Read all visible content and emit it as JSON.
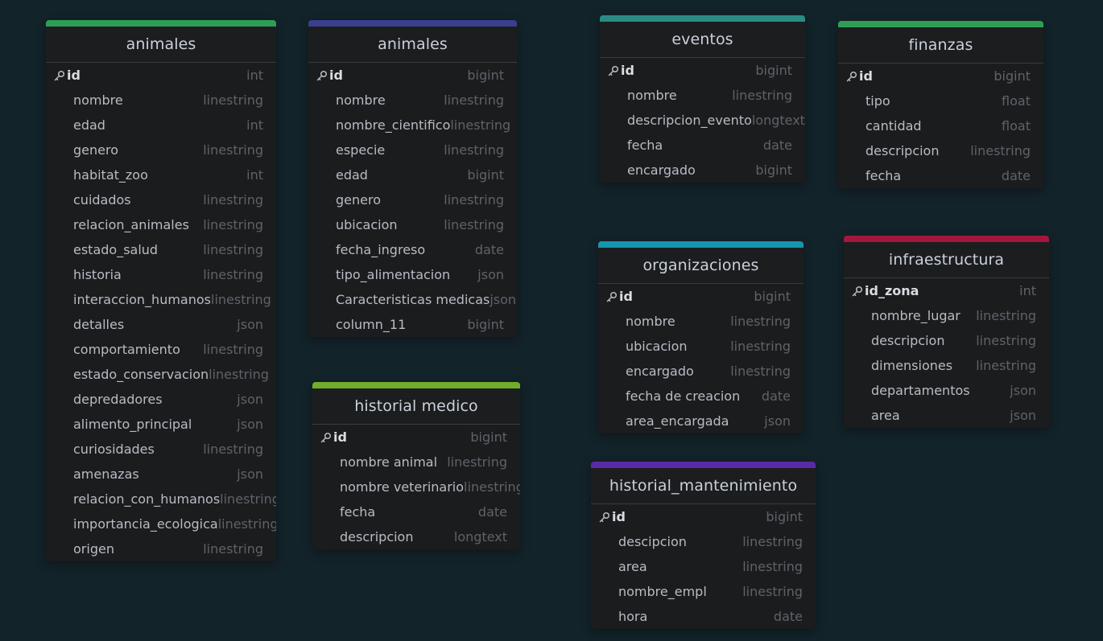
{
  "tables": [
    {
      "id": "animales-1",
      "title": "animales",
      "accent": "#2e9e57",
      "fields": [
        {
          "name": "id",
          "type": "int",
          "pk": true
        },
        {
          "name": "nombre",
          "type": "linestring"
        },
        {
          "name": "edad",
          "type": "int"
        },
        {
          "name": "genero",
          "type": "linestring"
        },
        {
          "name": "habitat_zoo",
          "type": "int"
        },
        {
          "name": "cuidados",
          "type": "linestring"
        },
        {
          "name": "relacion_animales",
          "type": "linestring"
        },
        {
          "name": "estado_salud",
          "type": "linestring"
        },
        {
          "name": "historia",
          "type": "linestring"
        },
        {
          "name": "interaccion_humanos",
          "type": "linestring"
        },
        {
          "name": "detalles",
          "type": "json"
        },
        {
          "name": "comportamiento",
          "type": "linestring"
        },
        {
          "name": "estado_conservacion",
          "type": "linestring"
        },
        {
          "name": "depredadores",
          "type": "json"
        },
        {
          "name": "alimento_principal",
          "type": "json"
        },
        {
          "name": "curiosidades",
          "type": "linestring"
        },
        {
          "name": "amenazas",
          "type": "json"
        },
        {
          "name": "relacion_con_humanos",
          "type": "linestring"
        },
        {
          "name": "importancia_ecologica",
          "type": "linestring"
        },
        {
          "name": "origen",
          "type": "linestring"
        }
      ]
    },
    {
      "id": "animales-2",
      "title": "animales",
      "accent": "#3a3f8f",
      "fields": [
        {
          "name": "id",
          "type": "bigint",
          "pk": true
        },
        {
          "name": "nombre",
          "type": "linestring"
        },
        {
          "name": "nombre_cientifico",
          "type": "linestring"
        },
        {
          "name": "especie",
          "type": "linestring"
        },
        {
          "name": "edad",
          "type": "bigint"
        },
        {
          "name": "genero",
          "type": "linestring"
        },
        {
          "name": "ubicacion",
          "type": "linestring"
        },
        {
          "name": "fecha_ingreso",
          "type": "date"
        },
        {
          "name": "tipo_alimentacion",
          "type": "json"
        },
        {
          "name": "Caracteristicas medicas",
          "type": "json"
        },
        {
          "name": "column_11",
          "type": "bigint"
        }
      ]
    },
    {
      "id": "historial-medico",
      "title": "historial medico",
      "accent": "#6fae2a",
      "fields": [
        {
          "name": "id",
          "type": "bigint",
          "pk": true
        },
        {
          "name": "nombre animal",
          "type": "linestring"
        },
        {
          "name": "nombre veterinario",
          "type": "linestring"
        },
        {
          "name": "fecha",
          "type": "date"
        },
        {
          "name": "descripcion",
          "type": "longtext"
        }
      ]
    },
    {
      "id": "eventos",
      "title": "eventos",
      "accent": "#2a8c84",
      "fields": [
        {
          "name": "id",
          "type": "bigint",
          "pk": true
        },
        {
          "name": "nombre",
          "type": "linestring"
        },
        {
          "name": "descripcion_evento",
          "type": "longtext"
        },
        {
          "name": "fecha",
          "type": "date"
        },
        {
          "name": "encargado",
          "type": "bigint"
        }
      ]
    },
    {
      "id": "organizaciones",
      "title": "organizaciones",
      "accent": "#1596b0",
      "fields": [
        {
          "name": "id",
          "type": "bigint",
          "pk": true
        },
        {
          "name": "nombre",
          "type": "linestring"
        },
        {
          "name": "ubicacion",
          "type": "linestring"
        },
        {
          "name": "encargado",
          "type": "linestring"
        },
        {
          "name": "fecha de creacion",
          "type": "date"
        },
        {
          "name": "area_encargada",
          "type": "json"
        }
      ]
    },
    {
      "id": "historial-mantenimiento",
      "title": "historial_mantenimiento",
      "accent": "#5b2aa8",
      "fields": [
        {
          "name": "id",
          "type": "bigint",
          "pk": true
        },
        {
          "name": "descipcion",
          "type": "linestring"
        },
        {
          "name": "area",
          "type": "linestring"
        },
        {
          "name": "nombre_empl",
          "type": "linestring"
        },
        {
          "name": "hora",
          "type": "date"
        }
      ]
    },
    {
      "id": "finanzas",
      "title": "finanzas",
      "accent": "#2e9e57",
      "fields": [
        {
          "name": "id",
          "type": "bigint",
          "pk": true
        },
        {
          "name": "tipo",
          "type": "float"
        },
        {
          "name": "cantidad",
          "type": "float"
        },
        {
          "name": "descripcion",
          "type": "linestring"
        },
        {
          "name": "fecha",
          "type": "date"
        }
      ]
    },
    {
      "id": "infraestructura",
      "title": "infraestructura",
      "accent": "#a3173f",
      "fields": [
        {
          "name": "id_zona",
          "type": "int",
          "pk": true
        },
        {
          "name": "nombre_lugar",
          "type": "linestring"
        },
        {
          "name": "descripcion",
          "type": "linestring"
        },
        {
          "name": "dimensiones",
          "type": "linestring"
        },
        {
          "name": "departamentos",
          "type": "json"
        },
        {
          "name": "area",
          "type": "json"
        }
      ]
    }
  ]
}
